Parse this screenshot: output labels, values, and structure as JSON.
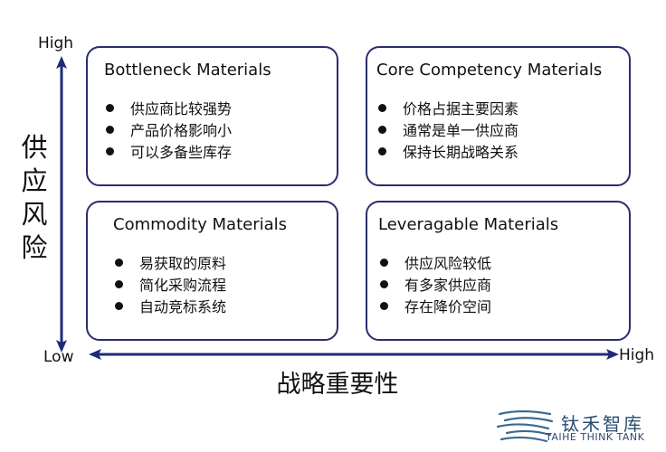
{
  "axes": {
    "y_high": "High",
    "y_low": "Low",
    "x_high": "High",
    "y_title": "供应风险",
    "x_title": "战略重要性"
  },
  "quadrants": {
    "bottleneck": {
      "title": "Bottleneck Materials",
      "items": [
        "供应商比较强势",
        "产品价格影响小",
        "可以多备些库存"
      ]
    },
    "core": {
      "title": "Core Competency Materials",
      "items": [
        "价格占据主要因素",
        "通常是单一供应商",
        "保持长期战略关系"
      ]
    },
    "commodity": {
      "title": "Commodity Materials",
      "items": [
        "易获取的原料",
        "简化采购流程",
        "自动竞标系统"
      ]
    },
    "leverage": {
      "title": "Leveragable Materials",
      "items": [
        "供应风险较低",
        "有多家供应商",
        "存在降价空间"
      ]
    }
  },
  "logo": {
    "name_cn": "钛禾智库",
    "name_en": "TAIHE THINK TANK"
  },
  "colors": {
    "axis": "#1f2a78",
    "border": "#2a2d6e",
    "logo": "#2a4d70"
  }
}
